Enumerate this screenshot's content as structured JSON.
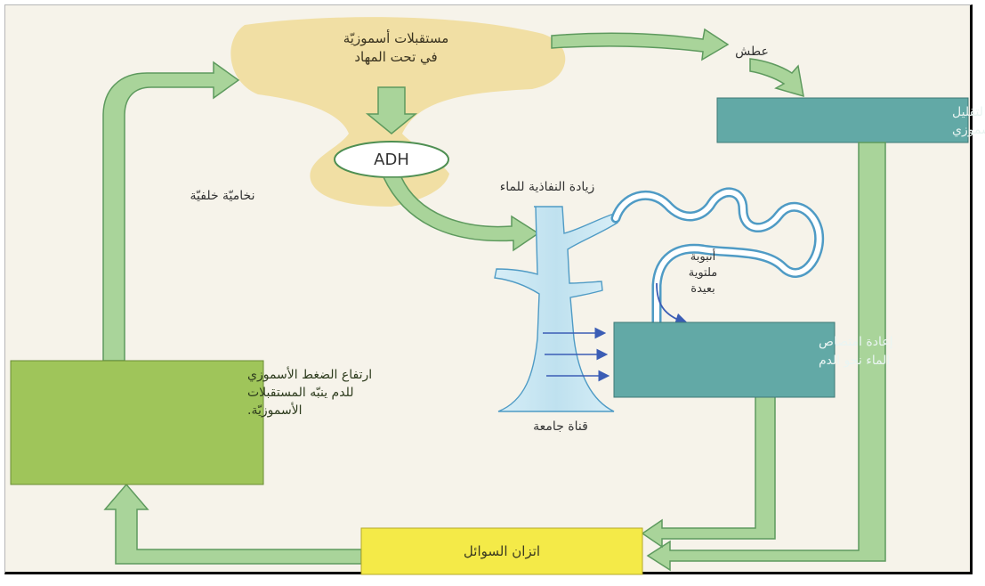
{
  "labels": {
    "osmoreceptors": [
      "مستقبلات أسموزيّة",
      "في تحت المهاد"
    ],
    "adh": "ADH",
    "posterior_pituitary": "نخاميّة خلفيّة",
    "thirst": "عطش",
    "drink_water": [
      "شرب الماء لتقليل",
      "الضغط الأسموزي"
    ],
    "permeability": "زيادة النفاذية للماء",
    "distal_tubule": [
      "أنبوبة",
      "ملتوية",
      "بعيدة"
    ],
    "reabsorption": [
      "إعادة امتصاص",
      "الماء نحو الدم"
    ],
    "collecting_duct": "قناة جامعة",
    "osmotic_rise": [
      "ارتفاع الضغط الأسموزي",
      "للدم ينبّه المستقبلات",
      "الأسموزيّة."
    ],
    "fluid_balance": "اتزان السوائل"
  },
  "colors": {
    "arrow_fill": "#a9d49a",
    "arrow_stroke": "#5e9a5e",
    "hypothalamus": "#f1dd9c",
    "teal_box": "#62a9a6",
    "green_box": "#9fc55a",
    "yellow_box": "#f4ea48",
    "kidney": "#c8e5f1",
    "kidney_stroke": "#4f9bc5",
    "small_arrows": "#3b5db5"
  }
}
